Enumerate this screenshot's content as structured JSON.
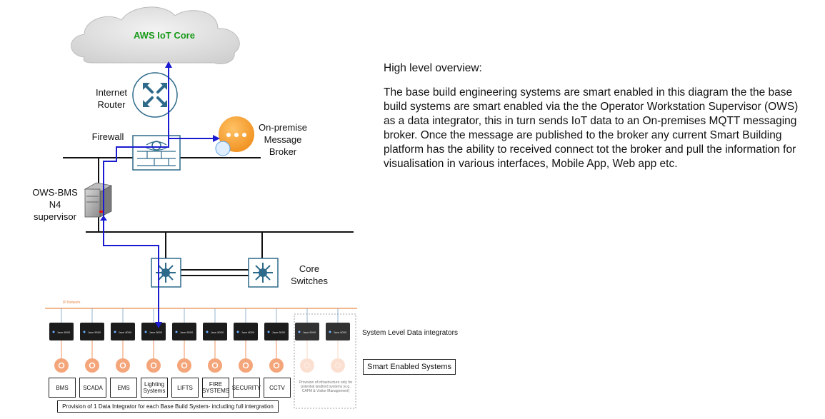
{
  "cloud": {
    "label": "AWS IoT Core",
    "color": "#1a9a1a"
  },
  "router": {
    "label_line1": "Internet",
    "label_line2": "Router"
  },
  "broker": {
    "label_line1": "On-premise",
    "label_line2": "Message",
    "label_line3": "Broker"
  },
  "firewall": {
    "label": "Firewall"
  },
  "supervisor": {
    "label_line1": "OWS-BMS",
    "label_line2": "N4",
    "label_line3": "supervisor"
  },
  "core_switches": {
    "label_line1": "Core",
    "label_line2": "Switches"
  },
  "ip_network": {
    "label": "IP Network"
  },
  "integrators": {
    "device_label": "Jace 8000",
    "count": 10,
    "row_label": "System Level Data integrators"
  },
  "systems": [
    {
      "label": "BMS"
    },
    {
      "label": "SCADA"
    },
    {
      "label": "EMS"
    },
    {
      "label": "Lighting Systems"
    },
    {
      "label": "LIFTS"
    },
    {
      "label": "FIRE SYSTEMS"
    },
    {
      "label": "SECURITY"
    },
    {
      "label": "CCTV"
    }
  ],
  "landlord_note": "Provision of infrastructure only for potential landlord systems (e.g. CAFM & Visitor Management)",
  "smart_enabled_label": "Smart Enabled Systems",
  "provision_label": "Provision of 1 Data Integrator for each Base Build System- including full intergration",
  "overview": {
    "heading": "High level overview:",
    "body": "The base build engineering systems are smart enabled in this diagram the  the base build systems are smart enabled via the the Operator Workstation Supervisor (OWS) as a data integrator, this in turn sends IoT data to an On-premises MQTT messaging broker. Once the message are published to the broker any current Smart Building platform has the ability to received connect tot the broker and pull the information for visualisation in various interfaces, Mobile App, Web app etc."
  },
  "colors": {
    "flow": "#1a1ad0",
    "network_orange": "#e88a4a",
    "device_teal": "#2e6a8a",
    "gear_orange": "#f4a57a"
  }
}
